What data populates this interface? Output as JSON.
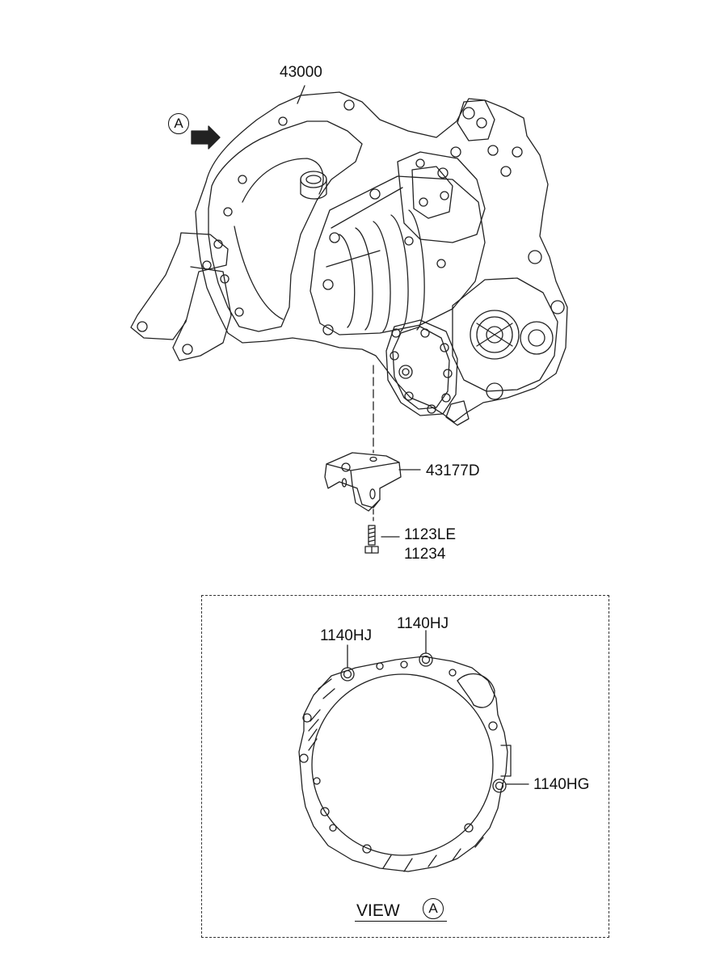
{
  "parts": {
    "transaxle": "43000",
    "bracket": "43177D",
    "bolt_a": "1123LE",
    "bolt_b": "11234",
    "hj_left": "1140HJ",
    "hj_top": "1140HJ",
    "hg_right": "1140HG"
  },
  "view_marker": "A",
  "view": {
    "caption": "VIEW",
    "marker": "A"
  }
}
